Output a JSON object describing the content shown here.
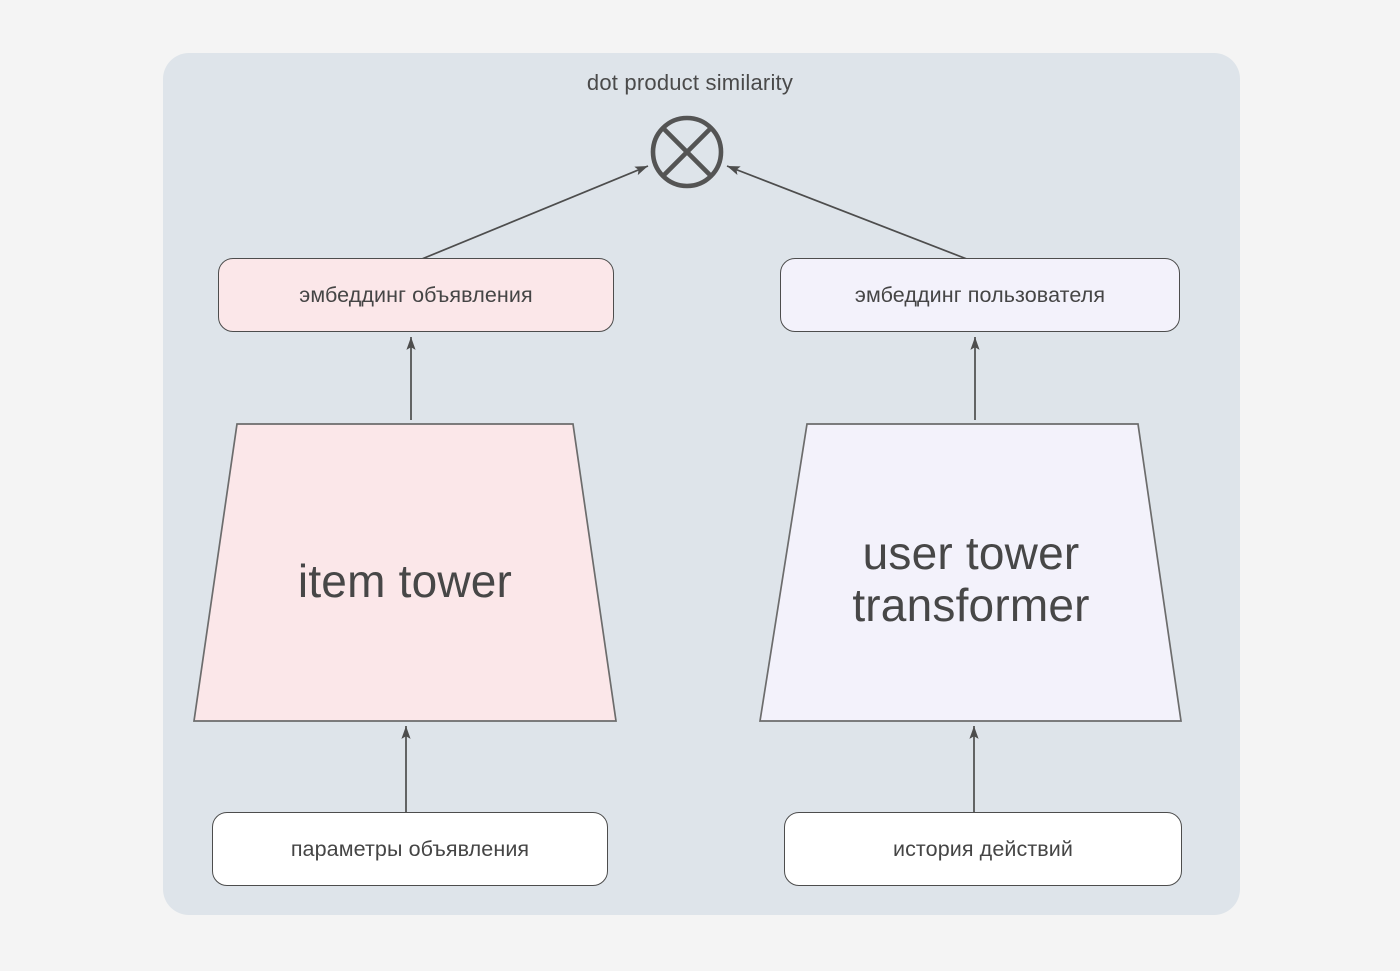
{
  "canvas": {
    "page_background": "#f4f4f4",
    "panel_background": "#dee4ea"
  },
  "diagram": {
    "title": "dot product similarity",
    "operator": {
      "name": "dot-product-operator",
      "glyph": "circle-x"
    },
    "colors": {
      "item_accent": "#fbe7e9",
      "user_accent": "#f3f2fb",
      "stroke": "#4d4d4d",
      "text": "#474747"
    },
    "branches": {
      "item": {
        "embedding_label": "эмбеддинг объявления",
        "tower_label": "item tower",
        "input_label": "параметры объявления"
      },
      "user": {
        "embedding_label": "эмбеддинг пользователя",
        "tower_label_line1": "user tower",
        "tower_label_line2": "transformer",
        "input_label": "история действий"
      }
    },
    "edges": [
      {
        "from": "параметры объявления",
        "to": "item tower"
      },
      {
        "from": "item tower",
        "to": "эмбеддинг объявления"
      },
      {
        "from": "эмбеддинг объявления",
        "to": "dot product similarity"
      },
      {
        "from": "история действий",
        "to": "user tower transformer"
      },
      {
        "from": "user tower transformer",
        "to": "эмбеддинг пользователя"
      },
      {
        "from": "эмбеддинг пользователя",
        "to": "dot product similarity"
      }
    ]
  }
}
